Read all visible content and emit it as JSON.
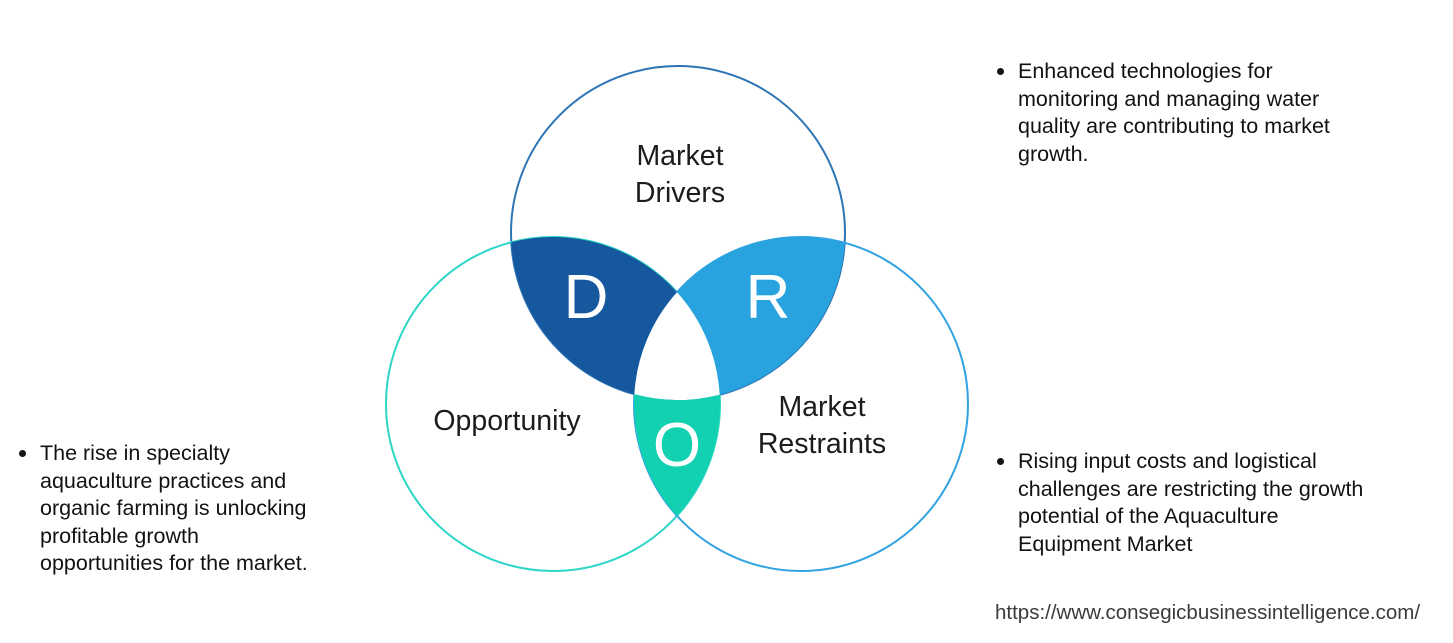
{
  "venn": {
    "drivers": {
      "label": "Market\nDrivers",
      "letter": "D",
      "fill": "#15589e",
      "stroke": "#2e75b6"
    },
    "restraints": {
      "label": "Market\nRestraints",
      "letter": "R",
      "fill": "#29a3e0",
      "stroke": "#31a3e2"
    },
    "opportunity": {
      "label": "Opportunity",
      "letter": "O",
      "fill": "#12d1b1",
      "stroke": "#2bd6c6"
    },
    "center_fill": "#ffffff"
  },
  "notes": {
    "drivers": "Enhanced technologies for\nmonitoring and managing water\nquality are contributing to market\ngrowth.",
    "opportunity": "The rise in specialty\naquaculture practices and\norganic farming is unlocking\nprofitable growth\nopportunities for the market.",
    "restraints": "Rising input costs and logistical\nchallenges are restricting the growth\npotential of the Aquaculture\nEquipment Market"
  },
  "footer": {
    "url": "https://www.consegicbusinessintelligence.com/"
  }
}
